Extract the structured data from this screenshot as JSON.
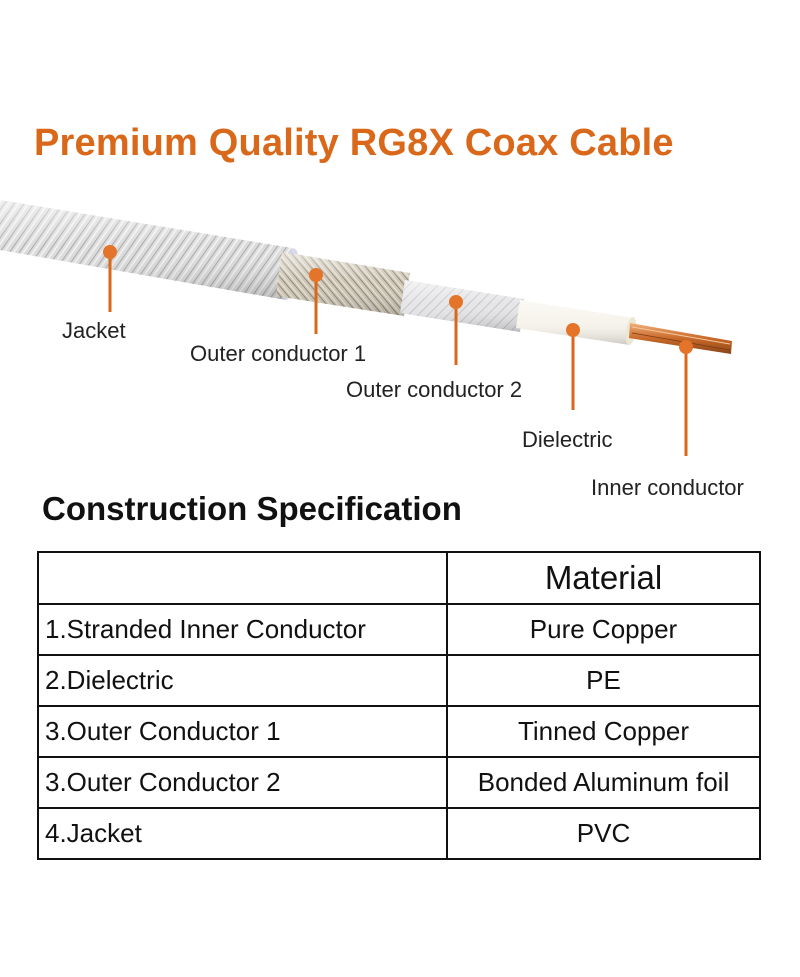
{
  "title": "Premium Quality RG8X Coax Cable",
  "labels": {
    "jacket": "Jacket",
    "outer1": "Outer conductor 1",
    "outer2": "Outer conductor 2",
    "dielectric": "Dielectric",
    "inner": "Inner conductor"
  },
  "colors": {
    "accent": "#d9681a",
    "copper": "#d4803c",
    "jacket": "#d8d8d8"
  },
  "section_title": "Construction Specification",
  "table": {
    "header": [
      "",
      "Material"
    ],
    "rows": [
      [
        "1.Stranded Inner Conductor",
        "Pure Copper"
      ],
      [
        "2.Dielectric",
        "PE"
      ],
      [
        "3.Outer Conductor 1",
        "Tinned Copper"
      ],
      [
        "3.Outer Conductor 2",
        "Bonded Aluminum foil"
      ],
      [
        "4.Jacket",
        "PVC"
      ]
    ]
  }
}
